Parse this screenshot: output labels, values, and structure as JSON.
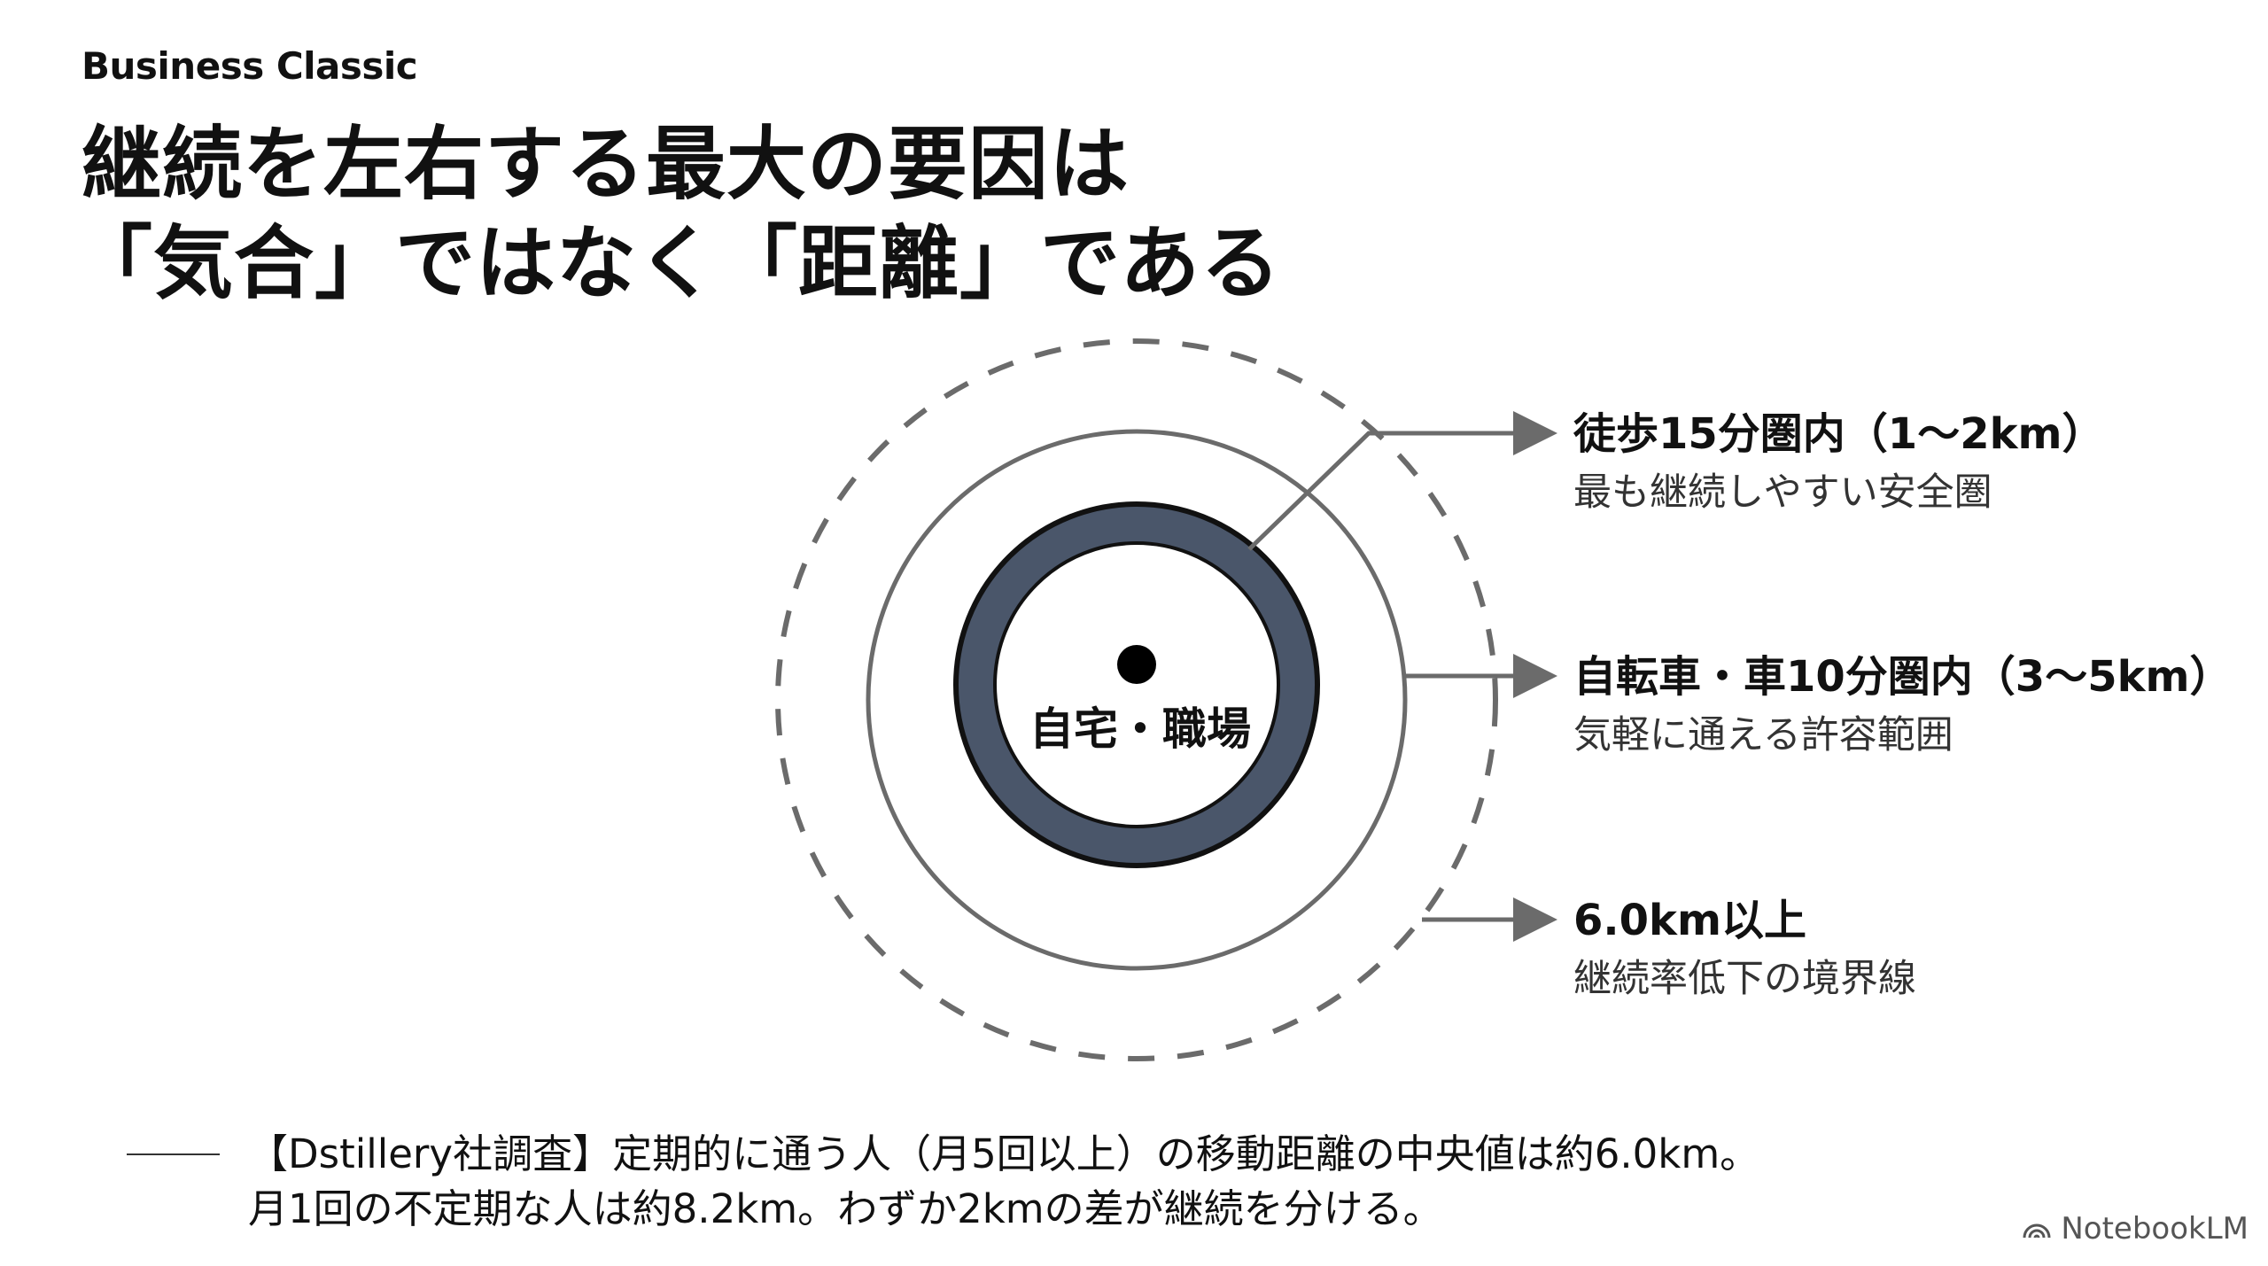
{
  "brand": "Business Classic",
  "title": {
    "line1": "継続を左右する最大の要因は",
    "line2": "「気合」ではなく「距離」である"
  },
  "diagram": {
    "center_label": "自宅・職場",
    "zones": [
      {
        "head": "徒歩15分圏内（1〜2km）",
        "sub": "最も継続しやすい安全圏"
      },
      {
        "head": "自転車・車10分圏内（3〜5km）",
        "sub": "気軽に通える許容範囲"
      },
      {
        "head": "6.0km以上",
        "sub": "継続率低下の境界線"
      }
    ],
    "colors": {
      "inner_ring": "#4a566a",
      "outline": "#111111",
      "ring_line": "#6b6b6b"
    }
  },
  "footnote": {
    "line1": "【Dstillery社調査】定期的に通う人（月5回以上）の移動距離の中央値は約6.0km。",
    "line2": "月1回の不定期な人は約8.2km。わずか2kmの差が継続を分ける。"
  },
  "watermark": "NotebookLM"
}
